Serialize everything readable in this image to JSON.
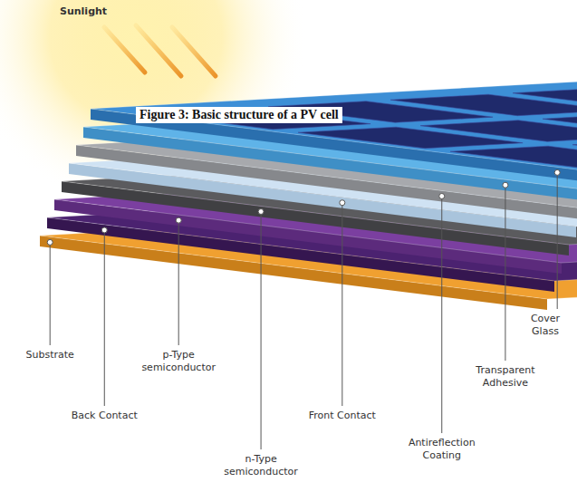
{
  "diagram": {
    "caption": "Figure 3: Basic structure of a PV cell",
    "labels": [
      "Sunlight",
      "Substrate",
      "Back Contact",
      "p-Type semiconductor",
      "n-Type semiconductor",
      "Front Contact",
      "Antireflection Coating",
      "Transparent Adhesive",
      "Cover Glass"
    ]
  }
}
